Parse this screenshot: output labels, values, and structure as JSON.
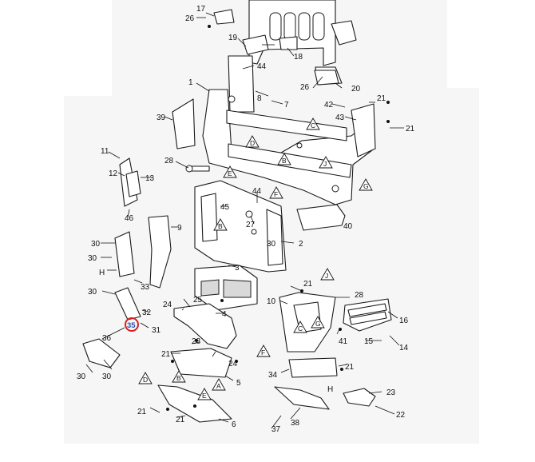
{
  "callouts": {
    "c1": "1",
    "c2": "2",
    "c3": "3",
    "c4": "4",
    "c5": "5",
    "c6": "6",
    "c7": "7",
    "c8": "8",
    "c9": "9",
    "c10": "10",
    "c11": "11",
    "c12": "12",
    "c13": "13",
    "c14": "14",
    "c15": "15",
    "c16": "16",
    "c17": "17",
    "c18": "18",
    "c19": "19",
    "c20": "20",
    "c21": "21",
    "c22": "22",
    "c23": "23",
    "c24": "24",
    "c25": "25",
    "c26": "26",
    "c27": "27",
    "c28": "28",
    "c30": "30",
    "c31": "31",
    "c32": "32",
    "c33": "33",
    "c34": "34",
    "c35": "35",
    "c36": "36",
    "c37": "37",
    "c38": "38",
    "c39": "39",
    "c40": "40",
    "c41": "41",
    "c42": "42",
    "c43": "43",
    "c44": "44",
    "c45": "45",
    "c46": "46"
  },
  "view_letters": {
    "A": "A",
    "B": "B",
    "C": "C",
    "D": "D",
    "E": "E",
    "F": "F",
    "G": "G",
    "H": "H",
    "J": "J"
  },
  "highlighted_callout": "35",
  "colors": {
    "highlight_ring": "#d62020",
    "highlight_text": "#2a4fb0",
    "line": "#1a1a1a",
    "panel": "#ececec"
  }
}
